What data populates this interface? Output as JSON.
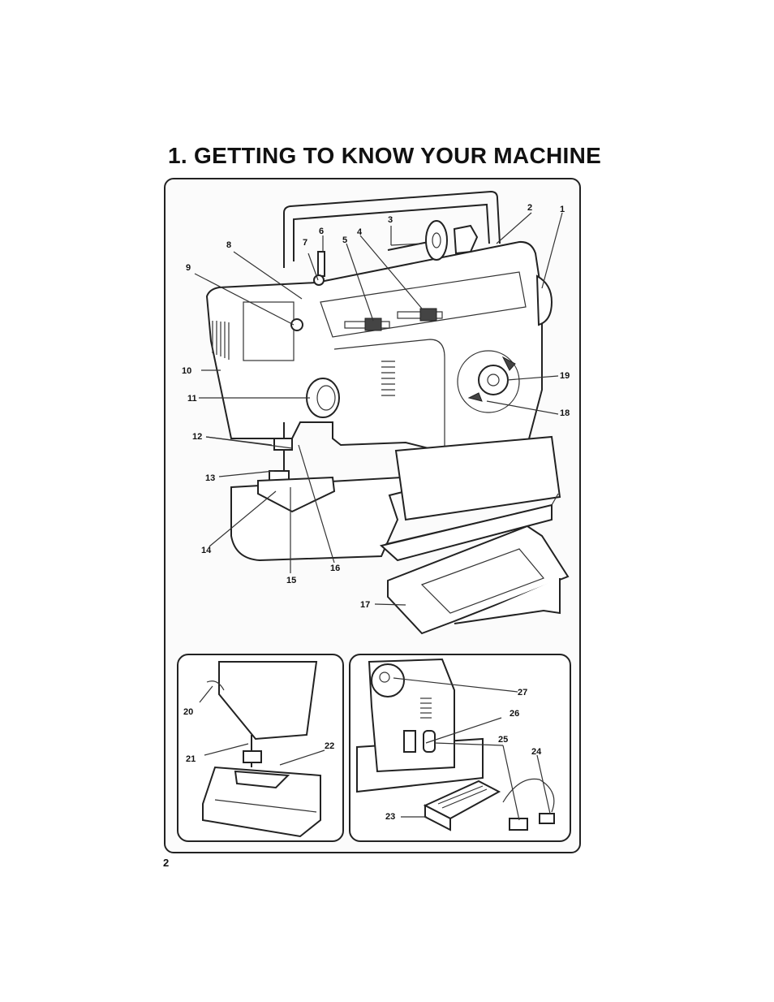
{
  "page": {
    "title": "1. GETTING TO KNOW YOUR MACHINE",
    "page_number": "2"
  },
  "callouts": {
    "c1": "1",
    "c2": "2",
    "c3": "3",
    "c4": "4",
    "c5": "5",
    "c6": "6",
    "c7": "7",
    "c8": "8",
    "c9": "9",
    "c10": "10",
    "c11": "11",
    "c12": "12",
    "c13": "13",
    "c14": "14",
    "c15": "15",
    "c16": "16",
    "c17": "17",
    "c18": "18",
    "c19": "19",
    "c20": "20",
    "c21": "21",
    "c22": "22",
    "c23": "23",
    "c24": "24",
    "c25": "25",
    "c26": "26",
    "c27": "27"
  }
}
